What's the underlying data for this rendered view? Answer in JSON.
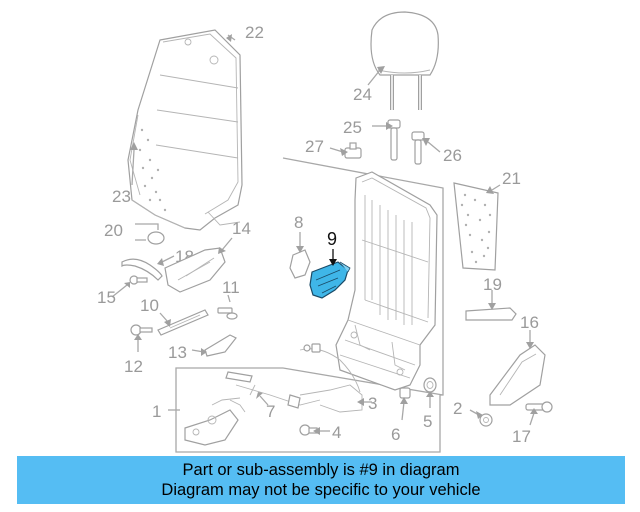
{
  "diagram": {
    "highlight_color": "#3fb6e8",
    "callouts": {
      "c1": "1",
      "c2": "2",
      "c3": "3",
      "c4": "4",
      "c5": "5",
      "c6": "6",
      "c7": "7",
      "c8": "8",
      "c9": "9",
      "c10": "10",
      "c11": "11",
      "c12": "12",
      "c13": "13",
      "c14": "14",
      "c15": "15",
      "c16": "16",
      "c17": "17",
      "c18": "18",
      "c19": "19",
      "c20": "20",
      "c21": "21",
      "c22": "22",
      "c23": "23",
      "c24": "24",
      "c25": "25",
      "c26": "26",
      "c27": "27"
    }
  },
  "banner": {
    "line1": "Part or sub-assembly is #9 in diagram",
    "line2": "Diagram may not be specific to your vehicle",
    "color": "#55bdf3"
  }
}
